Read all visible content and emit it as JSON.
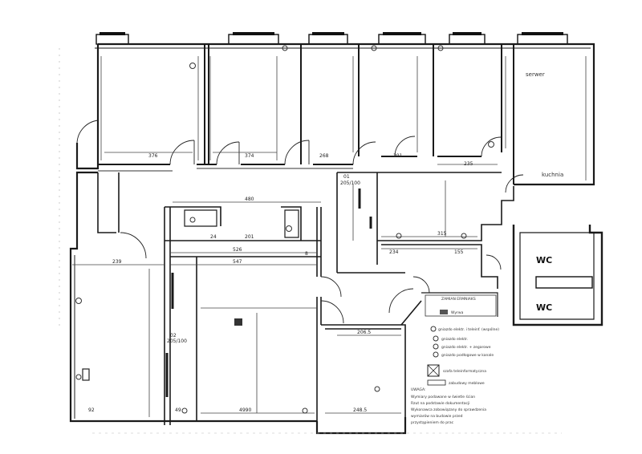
{
  "rooms": {
    "wc_top": "WC",
    "wc_bottom": "WC",
    "serwer": "serwer",
    "kuchnia": "kuchnia"
  },
  "doors": {
    "d01_code": "01",
    "d01_size": "205/100",
    "d02_code": "02",
    "d02_size": "205/100"
  },
  "dimensions": {
    "top_rooms": [
      "376",
      "374",
      "268",
      "291",
      "235"
    ],
    "left_rooms": [
      "239",
      "526",
      "547"
    ],
    "corridor": [
      "480",
      "315",
      "234",
      "155"
    ],
    "bottom": [
      "4990",
      "206.5",
      "248.5"
    ],
    "misc": [
      "201",
      "24",
      "8",
      "92",
      "49"
    ]
  },
  "legend": {
    "title": "ZAMIAN ERMNIAKS",
    "items": [
      "Wyrwa",
      "gniazdo elektr. i teleinf. (wspólne)",
      "gniazdo elektr.",
      "gniazdo elektr. + zegarowe",
      "gniazdo podłogowe w kanale",
      "szafa teleinformatyczna",
      "zabudowy meblowe"
    ]
  },
  "notes": {
    "title": "UWAGA:",
    "lines": [
      "Wymiary podawane w świetle ścian",
      "Rzut na podstawie dokumentacji",
      "Wykonawca zobowiązany do sprawdzenia",
      "wymiarów na budowie przed",
      "przystąpieniem do prac"
    ]
  }
}
